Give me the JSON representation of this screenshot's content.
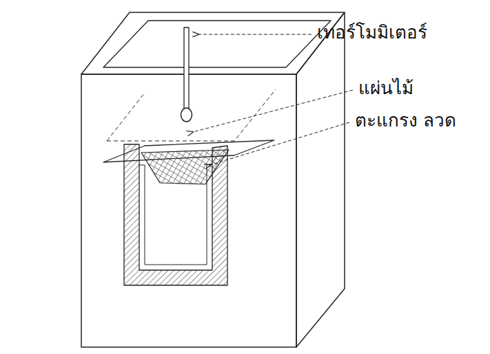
{
  "diagram": {
    "labels": [
      "เทอร์โมมิเตอร์",
      "แผ่นไม้",
      "ตะแกรง ลวด"
    ]
  }
}
